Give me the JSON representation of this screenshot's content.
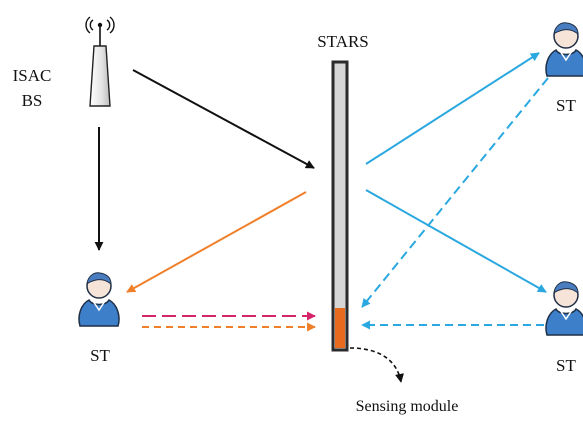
{
  "labels": {
    "bs": [
      "ISAC",
      "BS"
    ],
    "stars": "STARS",
    "st": "ST",
    "sensing_module": "Sensing module"
  },
  "colors": {
    "black": "#111111",
    "orange": "#f07f2a",
    "cyan": "#2aa8df",
    "magenta": "#d4246a",
    "panel_fill": "#d6d6d6",
    "panel_border": "#2b2b2b",
    "sensor_fill": "#e86a1f",
    "user_blue": "#3d7fc9",
    "user_skin": "#f6e4d8"
  },
  "icons": {
    "bs": "antenna-tower-icon",
    "user": "user-icon"
  }
}
